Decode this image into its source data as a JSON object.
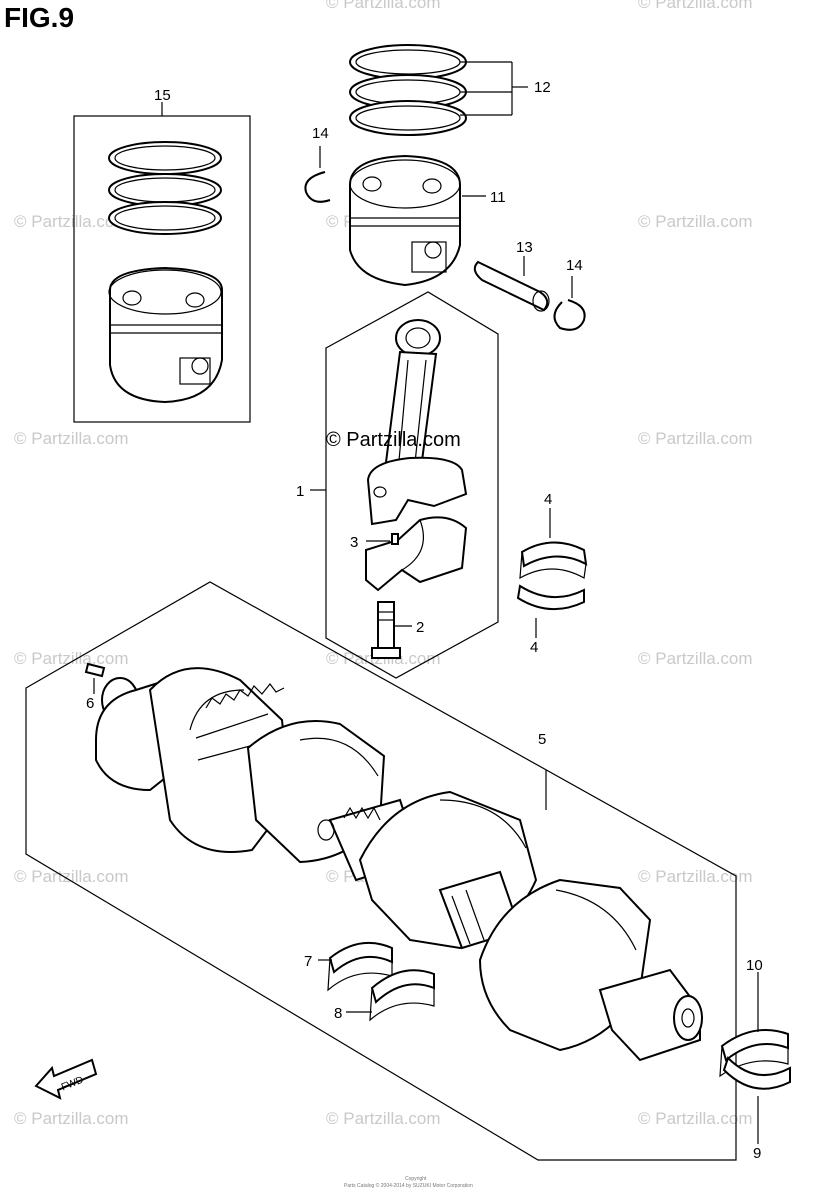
{
  "figure": {
    "title": "FIG.9"
  },
  "watermark": {
    "main_text": "© Partzilla.com",
    "repeat_text": "© Partzilla.com"
  },
  "callouts": [
    "1",
    "2",
    "3",
    "4",
    "4",
    "5",
    "6",
    "7",
    "8",
    "9",
    "10",
    "11",
    "12",
    "13",
    "14",
    "14",
    "15"
  ],
  "fwd_label": "FWD",
  "copyright": {
    "line1": "Copyright",
    "line2": "Parts Catalog © 2004-2014 by SUZUKI Motor Corporation"
  }
}
